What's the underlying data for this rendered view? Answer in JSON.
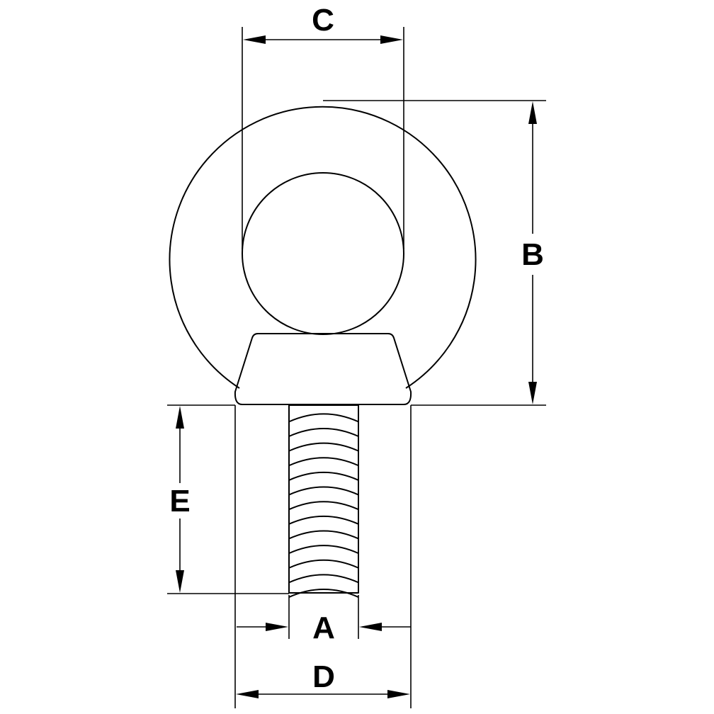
{
  "drawing": {
    "part": "eye-bolt",
    "line_color": "#000000",
    "background": "#ffffff",
    "thread_ridge_count": 13
  },
  "dimensions": {
    "a": {
      "label": "A"
    },
    "b": {
      "label": "B"
    },
    "c": {
      "label": "C"
    },
    "d": {
      "label": "D"
    },
    "e": {
      "label": "E"
    }
  }
}
